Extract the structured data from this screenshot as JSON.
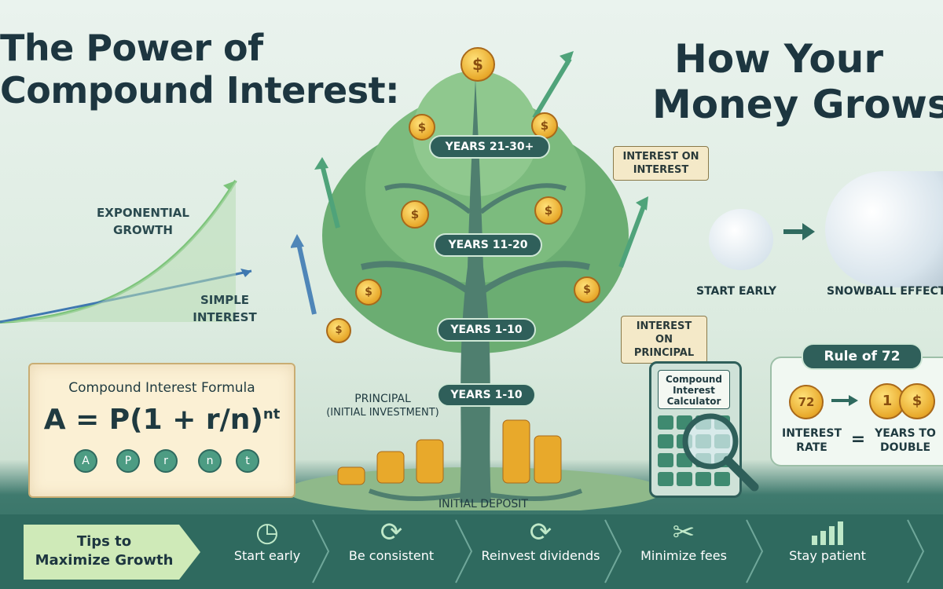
{
  "header": {
    "title_left_line1": "The Power of",
    "title_left_line2": "Compound Interest:",
    "title_right_line1": "How Your",
    "title_right_line2": "Money Grows"
  },
  "growth_chart": {
    "exponential_label_1": "EXPONENTIAL",
    "exponential_label_2": "GROWTH",
    "simple_label_1": "SIMPLE",
    "simple_label_2": "INTEREST"
  },
  "tree": {
    "stages": [
      "YEARS 21-30+",
      "YEARS 11-20",
      "YEARS 1-10",
      "YEARS 1-10"
    ],
    "interest_on_interest_1": "INTEREST ON",
    "interest_on_interest_2": "INTEREST",
    "interest_on_principal_1": "INTEREST ON",
    "interest_on_principal_2": "PRINCIPAL",
    "principal_1": "PRINCIPAL",
    "principal_2": "(INITIAL INVESTMENT)",
    "initial_deposit": "INITIAL DEPOSIT",
    "coin_symbol": "$"
  },
  "snowball": {
    "start_label": "START EARLY",
    "effect_label": "SNOWBALL EFFECT"
  },
  "formula": {
    "title": "Compound Interest Formula",
    "expression": "A = P(1 + r/n)",
    "exponent": "nt",
    "variables": [
      "A",
      "P",
      "r",
      "n",
      "t"
    ]
  },
  "calculator": {
    "label_1": "Compound",
    "label_2": "Interest",
    "label_3": "Calculator"
  },
  "rule72": {
    "title": "Rule of 72",
    "coin_value": "72",
    "result_coin": "1",
    "result_symbol": "$",
    "interest_label_1": "INTEREST",
    "interest_label_2": "RATE",
    "equals": "=",
    "years_label_1": "YEARS TO",
    "years_label_2": "DOUBLE"
  },
  "tips": {
    "heading_1": "Tips to",
    "heading_2": "Maximize Growth",
    "items": [
      {
        "label": "Start early",
        "icon": "clock-icon"
      },
      {
        "label": "Be consistent",
        "icon": "refresh-icon"
      },
      {
        "label": "Reinvest dividends",
        "icon": "refresh-icon"
      },
      {
        "label": "Minimize fees",
        "icon": "scissors-icon"
      },
      {
        "label": "Stay patient",
        "icon": "growth-bars-icon"
      }
    ]
  },
  "colors": {
    "dark_teal": "#2f6a5f",
    "gold": "#e8a92b",
    "leaf_green": "#5aa06a"
  }
}
